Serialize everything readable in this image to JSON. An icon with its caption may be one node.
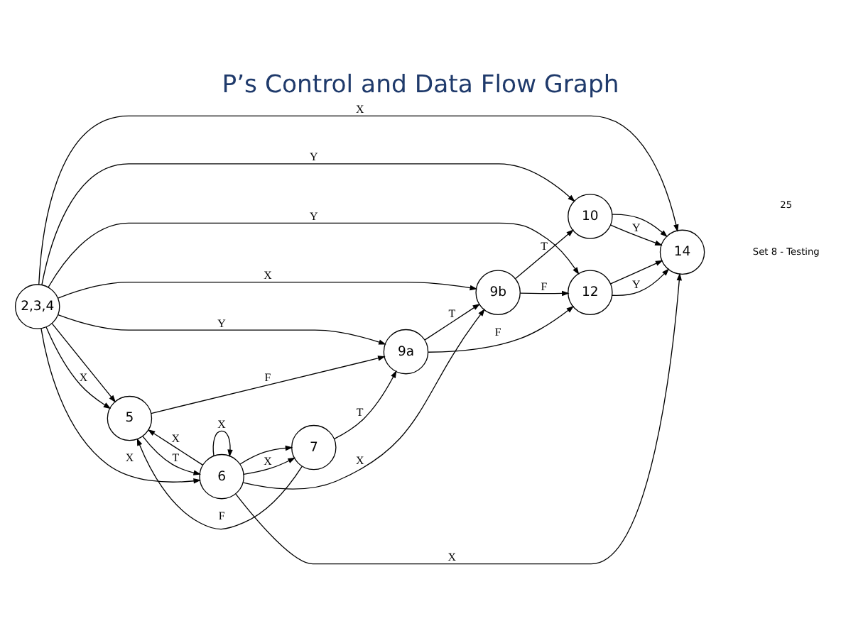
{
  "diagram": {
    "title": "P’s Control and Data Flow Graph",
    "nodes": [
      {
        "text": [
          "2,3,4"
        ]
      },
      {
        "text": [
          "5"
        ]
      },
      {
        "text": [
          "6"
        ]
      },
      {
        "text": [
          "7"
        ]
      },
      {
        "text": [
          "9a"
        ]
      },
      {
        "text": [
          "9b"
        ]
      },
      {
        "text": [
          "10"
        ]
      },
      {
        "text": [
          "12"
        ]
      },
      {
        "text": [
          "14"
        ]
      }
    ],
    "edges": [
      {
        "from": 0,
        "to": 1,
        "arrow": "to"
      },
      {
        "from": 0,
        "to": 2,
        "arrow": "to",
        "label": "X"
      },
      {
        "from": 0,
        "to": 1,
        "arrow": "to",
        "label": "X"
      },
      {
        "from": 0,
        "to": 4,
        "arrow": "to",
        "label": "Y"
      },
      {
        "from": 0,
        "to": 5,
        "arrow": "to",
        "label": "X"
      },
      {
        "from": 0,
        "to": 7,
        "arrow": "to",
        "label": "Y"
      },
      {
        "from": 0,
        "to": 8,
        "arrow": "to",
        "label": "X"
      },
      {
        "from": 0,
        "to": 6,
        "arrow": "to",
        "label": "Y"
      },
      {
        "from": 1,
        "to": 2,
        "arrow": "to",
        "label": "T"
      },
      {
        "from": 2,
        "to": 1,
        "arrow": "to",
        "label": "X"
      },
      {
        "from": 2,
        "to": 3,
        "arrow": "to"
      },
      {
        "from": 2,
        "to": 2,
        "arrow": "to",
        "label": "X"
      },
      {
        "from": 2,
        "to": 3,
        "arrow": "to",
        "label": "X"
      },
      {
        "from": 2,
        "to": 5,
        "arrow": "to",
        "label": "X"
      },
      {
        "from": 2,
        "to": 8,
        "arrow": "to",
        "label": "X"
      },
      {
        "from": 3,
        "to": 1,
        "arrow": "to",
        "label": "F"
      },
      {
        "from": 3,
        "to": 4,
        "arrow": "to",
        "label": "T"
      },
      {
        "from": 1,
        "to": 4,
        "arrow": "to",
        "label": "F"
      },
      {
        "from": 4,
        "to": 5,
        "arrow": "to",
        "label": "T"
      },
      {
        "from": 4,
        "to": 7,
        "arrow": "to",
        "label": "F"
      },
      {
        "from": 5,
        "to": 6,
        "arrow": "to",
        "label": "T"
      },
      {
        "from": 5,
        "to": 7,
        "arrow": "to",
        "label": "F"
      },
      {
        "from": 6,
        "to": 8,
        "arrow": "to"
      },
      {
        "from": 6,
        "to": 8,
        "arrow": "to",
        "label": "Y"
      },
      {
        "from": 7,
        "to": 8,
        "arrow": "to"
      },
      {
        "from": 7,
        "to": 8,
        "arrow": "to",
        "label": "Y"
      }
    ],
    "labels": [
      "Set 8 - Testing",
      "25"
    ]
  }
}
